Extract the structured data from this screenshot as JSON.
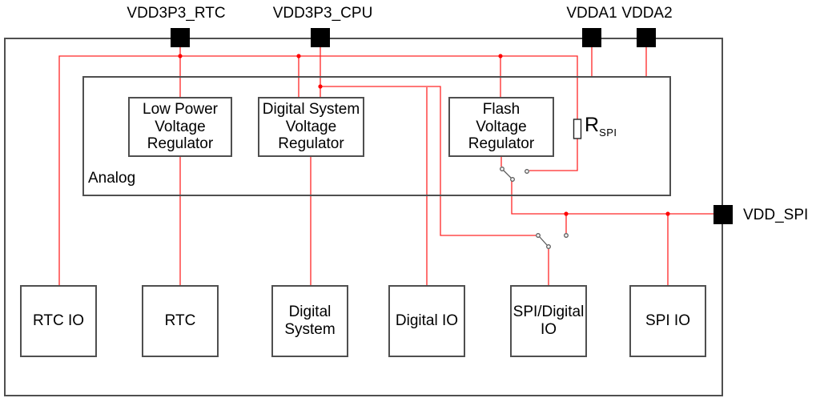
{
  "diagram": {
    "pads": {
      "vdd3p3_rtc": "VDD3P3_RTC",
      "vdd3p3_cpu": "VDD3P3_CPU",
      "vdda1": "VDDA1",
      "vdda2": "VDDA2",
      "vdd_spi": "VDD_SPI"
    },
    "analog_block_label": "Analog",
    "regulators": {
      "low_power": "Low Power\nVoltage\nRegulator",
      "digital_system": "Digital System\nVoltage\nRegulator",
      "flash": "Flash\nVoltage\nRegulator"
    },
    "blocks": {
      "rtc_io": "RTC IO",
      "rtc": "RTC",
      "digital_system": "Digital\nSystem",
      "digital_io": "Digital IO",
      "spi_digital_io": "SPI/Digital\nIO",
      "spi_io": "SPI IO"
    },
    "resistor": {
      "symbol": "R",
      "subscript": "SPI"
    },
    "colors": {
      "wire": "#ff2727",
      "junction": "#ff0000",
      "switch": "#5a5a5a",
      "border": "#4f4f4f",
      "pad": "#000000"
    }
  }
}
